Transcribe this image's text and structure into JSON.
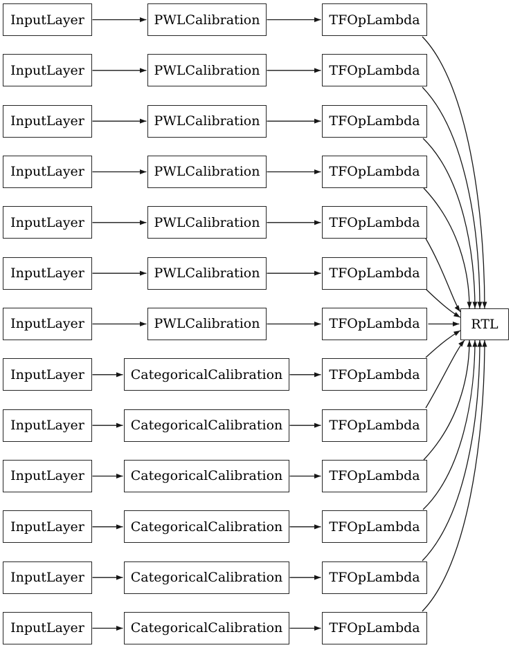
{
  "diagram": {
    "kind": "model-layer-graph",
    "colors": {
      "background": "#ffffff",
      "node_fill": "#ffffff",
      "node_border": "#242424",
      "edge": "#161616",
      "text": "#000000"
    },
    "output_node": {
      "label": "RTL"
    },
    "rows": [
      {
        "input": "InputLayer",
        "calibration": "PWLCalibration",
        "op": "TFOpLambda"
      },
      {
        "input": "InputLayer",
        "calibration": "PWLCalibration",
        "op": "TFOpLambda"
      },
      {
        "input": "InputLayer",
        "calibration": "PWLCalibration",
        "op": "TFOpLambda"
      },
      {
        "input": "InputLayer",
        "calibration": "PWLCalibration",
        "op": "TFOpLambda"
      },
      {
        "input": "InputLayer",
        "calibration": "PWLCalibration",
        "op": "TFOpLambda"
      },
      {
        "input": "InputLayer",
        "calibration": "PWLCalibration",
        "op": "TFOpLambda"
      },
      {
        "input": "InputLayer",
        "calibration": "PWLCalibration",
        "op": "TFOpLambda"
      },
      {
        "input": "InputLayer",
        "calibration": "CategoricalCalibration",
        "op": "TFOpLambda"
      },
      {
        "input": "InputLayer",
        "calibration": "CategoricalCalibration",
        "op": "TFOpLambda"
      },
      {
        "input": "InputLayer",
        "calibration": "CategoricalCalibration",
        "op": "TFOpLambda"
      },
      {
        "input": "InputLayer",
        "calibration": "CategoricalCalibration",
        "op": "TFOpLambda"
      },
      {
        "input": "InputLayer",
        "calibration": "CategoricalCalibration",
        "op": "TFOpLambda"
      },
      {
        "input": "InputLayer",
        "calibration": "CategoricalCalibration",
        "op": "TFOpLambda"
      }
    ]
  }
}
